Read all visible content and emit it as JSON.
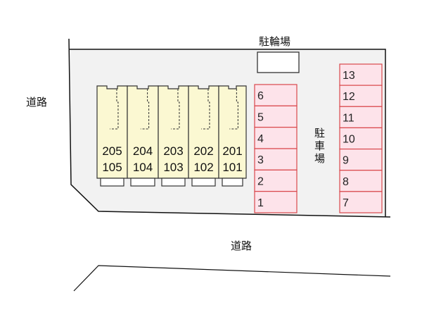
{
  "labels": {
    "road_left": "道路",
    "road_bottom": "道路",
    "bicycle_parking": "駐輪場",
    "parking": [
      "駐",
      "車",
      "場"
    ]
  },
  "units": [
    {
      "upper": "205",
      "lower": "105"
    },
    {
      "upper": "204",
      "lower": "104"
    },
    {
      "upper": "203",
      "lower": "103"
    },
    {
      "upper": "202",
      "lower": "102"
    },
    {
      "upper": "201",
      "lower": "101"
    }
  ],
  "parking_left": [
    "6",
    "5",
    "4",
    "3",
    "2",
    "1"
  ],
  "parking_right": [
    "13",
    "12",
    "11",
    "10",
    "9",
    "8",
    "7"
  ],
  "colors": {
    "lot": "#f2f2f2",
    "building": "#fbf8d2",
    "parking_fill": "#fde3ea",
    "parking_border": "#d9484c"
  }
}
